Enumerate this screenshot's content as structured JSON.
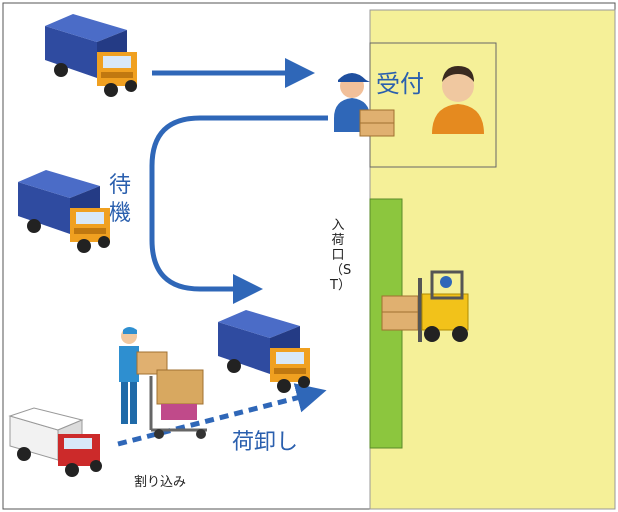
{
  "labels": {
    "reception": "受付",
    "waiting": "待機",
    "unloading": "荷卸し",
    "cut_in": "割り込み",
    "receiving_dock": "入荷口（ST）"
  },
  "colors": {
    "warehouse_floor": "#f5f098",
    "dock_bar": "#8cc63e",
    "arrow_blue": "#2f67b8",
    "truck_cargo": "#2f4ba0",
    "truck_cab": "#f0a020",
    "small_truck_cab": "#cc2a2a"
  },
  "icons": {
    "trucks": [
      "truck-icon",
      "truck-icon",
      "truck-icon",
      "small-truck-icon"
    ],
    "receptionist": "receptionist-icon",
    "driver": "driver-person-icon",
    "forklift": "forklift-icon",
    "worker": "worker-with-cart-icon"
  }
}
